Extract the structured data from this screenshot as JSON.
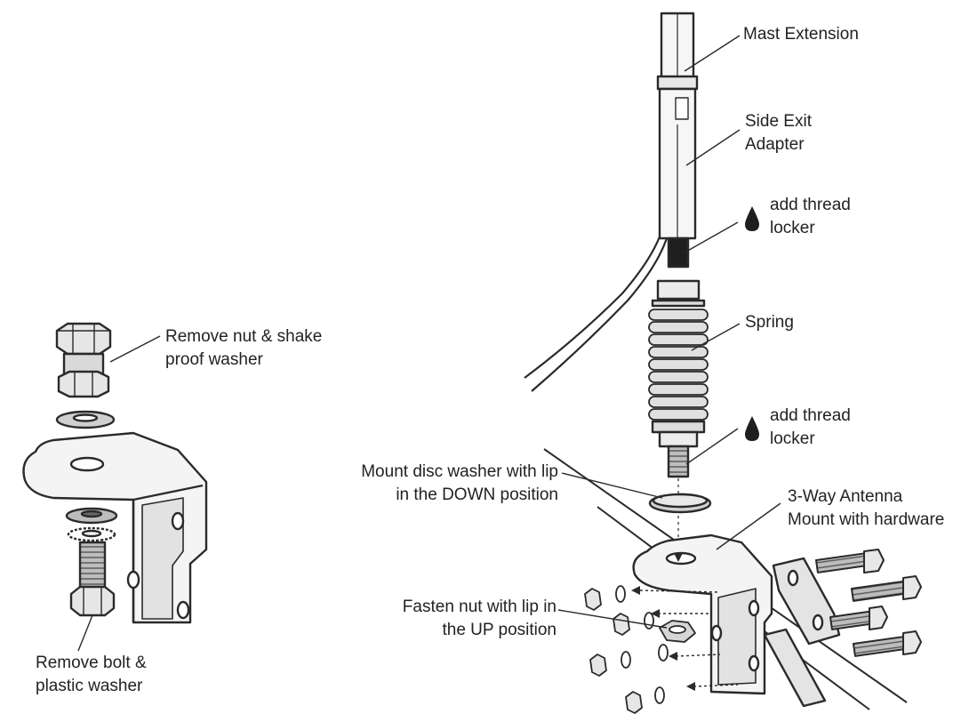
{
  "labels": {
    "remove_nut": "Remove nut & shake\nproof washer",
    "remove_bolt": "Remove bolt &\nplastic washer",
    "mast_extension": "Mast Extension",
    "side_exit_adapter": "Side Exit\nAdapter",
    "thread_locker_1": "add thread\nlocker",
    "spring": "Spring",
    "thread_locker_2": "add thread\nlocker",
    "disc_washer": "Mount disc washer with lip\nin the DOWN position",
    "antenna_mount": "3-Way Antenna\nMount with hardware",
    "fasten_nut": "Fasten nut with lip in\nthe UP position"
  },
  "colors": {
    "line": "#2a2a2a",
    "fill_light": "#f2f2f2",
    "fill_mid": "#d6d6d6",
    "fill_dark": "#8a8a8a",
    "text": "#222222"
  },
  "icons": [
    "drop-icon",
    "drop-icon"
  ]
}
